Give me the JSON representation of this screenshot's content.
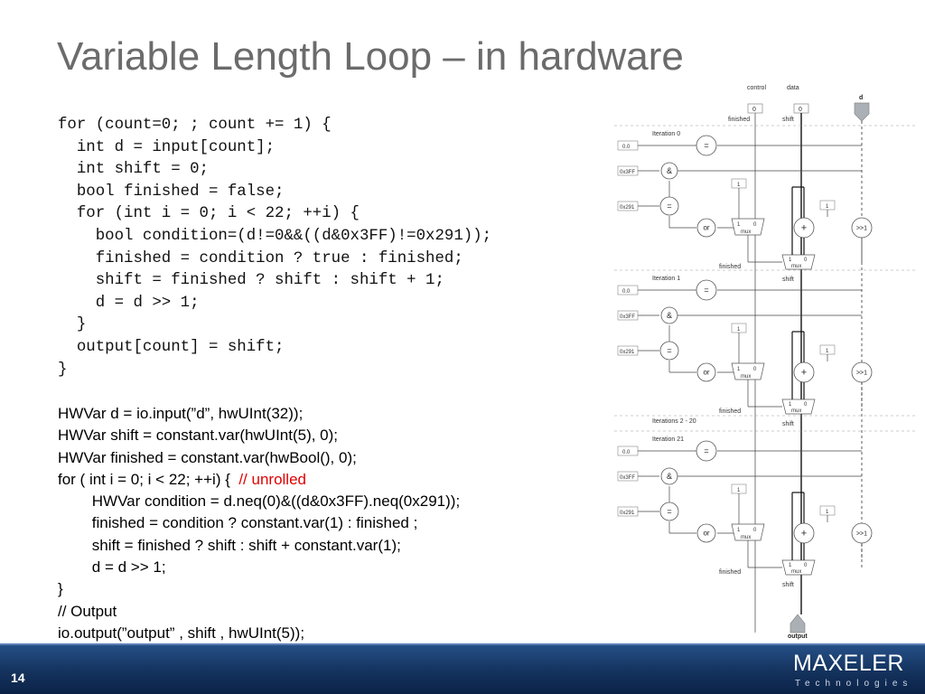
{
  "slide": {
    "title": "Variable Length Loop – in hardware",
    "page_number": "14",
    "logo_text": "MAXELER",
    "logo_subtext": "Technologies",
    "colors": {
      "title": "#6b6b6b",
      "footer": "#14335e",
      "comment": "#e00000"
    }
  },
  "code": {
    "lines": [
      "for (count=0; ; count += 1) {",
      "  int d = input[count];",
      "  int shift = 0;",
      "  bool finished = false;",
      "  for (int i = 0; i < 22; ++i) {",
      "    bool condition=(d!=0&&((d&0x3FF)!=0x291));",
      "    finished = condition ? true : finished;",
      "    shift = finished ? shift : shift + 1;",
      "    d = d >> 1;",
      "  }",
      "  output[count] = shift;",
      "}"
    ]
  },
  "hwcode": {
    "lines": [
      "HWVar d = io.input(”d”, hwUInt(32));",
      "HWVar shift = constant.var(hwUInt(5), 0);",
      "HWVar finished = constant.var(hwBool(), 0);",
      "for ( int i = 0; i < 22; ++i) {  ",
      "        HWVar condition = d.neq(0)&((d&0x3FF).neq(0x291));",
      "        finished = condition ? constant.var(1) : finished ;",
      "        shift = finished ? shift : shift + constant.var(1);",
      "        d = d >> 1;",
      "}",
      "// Output",
      "io.output(”output” , shift , hwUInt(5));"
    ],
    "unrolled_comment": "// unrolled"
  },
  "diagram": {
    "col_control": "control",
    "col_data": "data",
    "input_d": "d",
    "init_zero": "0",
    "label_finished": "finished",
    "label_shift": "shift",
    "output_label": "output",
    "iterations": [
      {
        "title": "Iteration 0"
      },
      {
        "title": "Iteration 1"
      },
      {
        "title": "Iteration 21",
        "prelabel": "Iterations 2 - 20"
      }
    ],
    "stage": {
      "const_zero": "0.0",
      "const_mask": "0x3FF",
      "const_pattern": "0x291",
      "op_eq": "=",
      "op_and": "&",
      "op_or": "or",
      "op_add": "+",
      "op_shr": ">>1",
      "const_one": "1",
      "mux_one": "1",
      "mux_zero": "0",
      "mux_label": "mux"
    }
  }
}
